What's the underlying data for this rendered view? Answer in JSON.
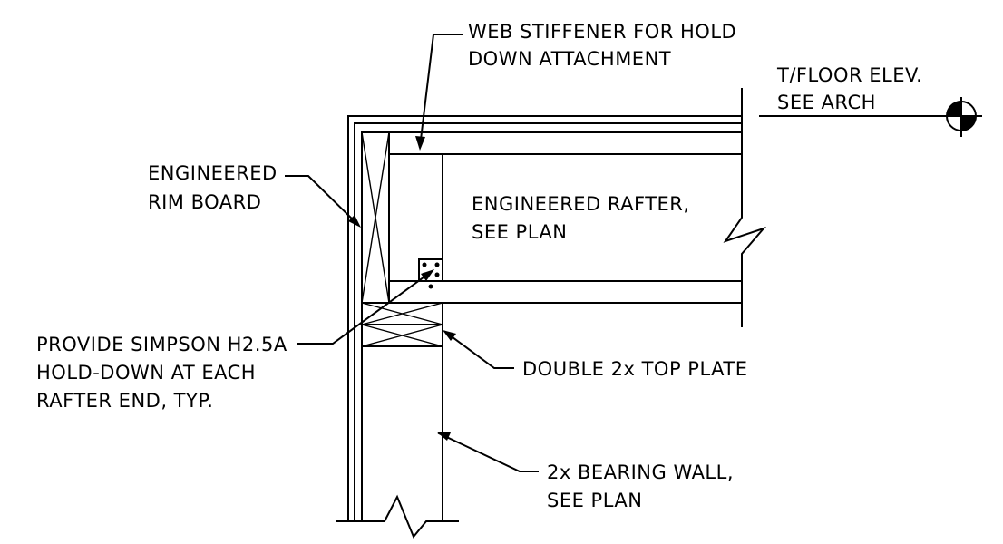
{
  "notes": {
    "web_stiffener": [
      "WEB STIFFENER FOR HOLD",
      "DOWN ATTACHMENT"
    ],
    "floor_elev": [
      "T/FLOOR ELEV.",
      "SEE ARCH"
    ],
    "rim_board": [
      "ENGINEERED",
      "RIM BOARD"
    ],
    "rafter": [
      "ENGINEERED RAFTER,",
      "SEE PLAN"
    ],
    "hold_down": [
      "PROVIDE SIMPSON H2.5A",
      "HOLD-DOWN AT EACH",
      "RAFTER END, TYP."
    ],
    "top_plate": [
      "DOUBLE 2x TOP PLATE"
    ],
    "bearing_wall": [
      "2x BEARING WALL,",
      "SEE PLAN"
    ]
  },
  "symbols": [
    "elevation-target-icon",
    "break-line-icon",
    "hold-down-connector-icon"
  ],
  "colors": {
    "line": "#000000",
    "background": "#ffffff"
  }
}
